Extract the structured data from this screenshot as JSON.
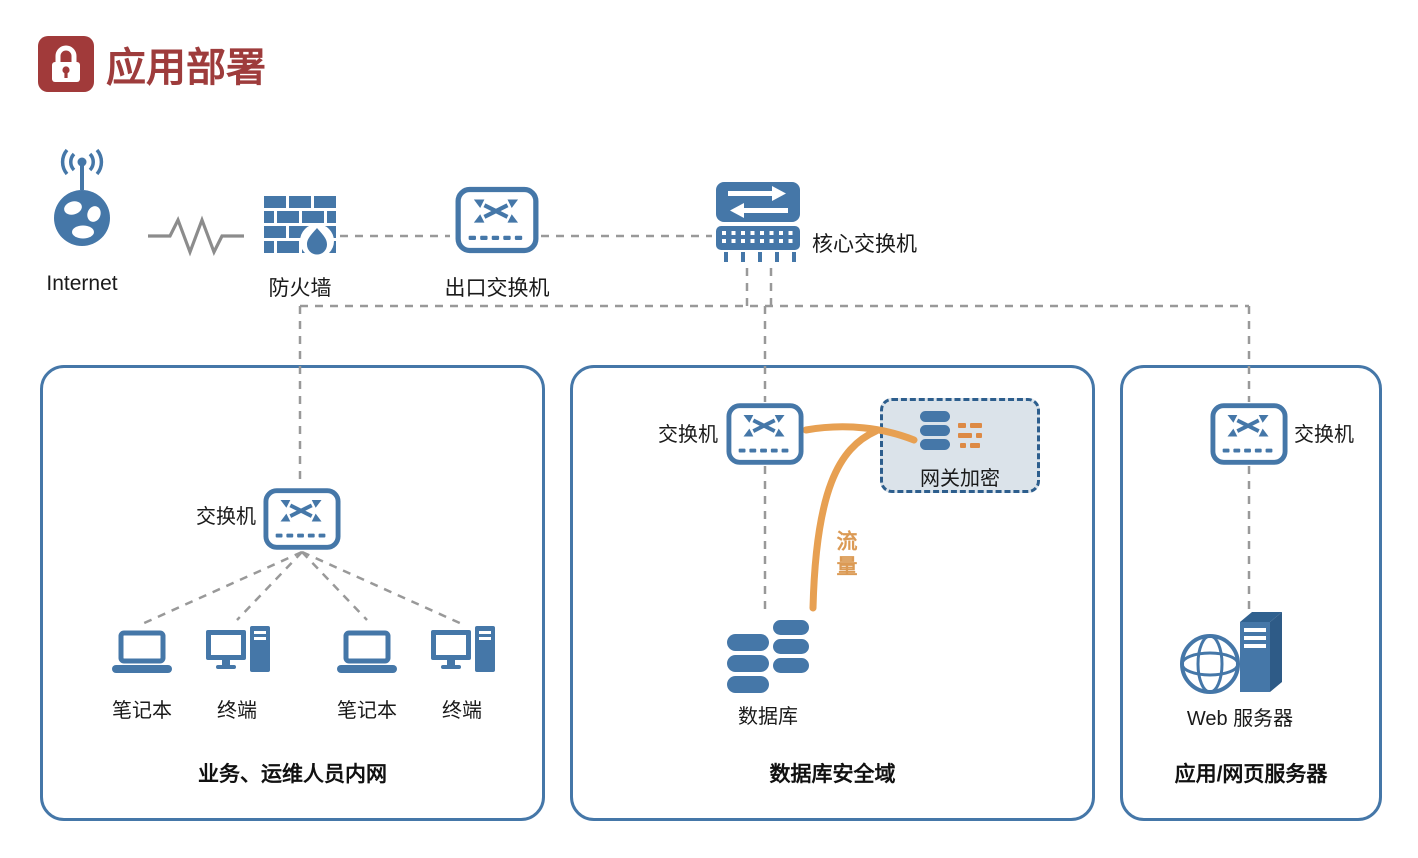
{
  "header": {
    "title": "应用部署"
  },
  "top_row": {
    "internet_label": "Internet",
    "firewall_label": "防火墙",
    "exit_switch_label": "出口交换机",
    "core_switch_label": "核心交换机"
  },
  "left_zone": {
    "switch_label": "交换机",
    "devices": [
      {
        "type": "laptop",
        "label": "笔记本"
      },
      {
        "type": "terminal",
        "label": "终端"
      },
      {
        "type": "laptop",
        "label": "笔记本"
      },
      {
        "type": "terminal",
        "label": "终端"
      }
    ],
    "caption": "业务、运维人员内网"
  },
  "middle_zone": {
    "switch_label": "交换机",
    "gateway_label": "网关加密",
    "traffic_label": "流量",
    "database_label": "数据库",
    "caption": "数据库安全域"
  },
  "right_zone": {
    "switch_label": "交换机",
    "server_label": "Web 服务器",
    "caption": "应用/网页服务器"
  },
  "colors": {
    "blue": "#4577a8",
    "dark_blue": "#2d5e8d",
    "red": "#9e3c3c",
    "orange": "#e7a052",
    "line_gray": "#999999"
  }
}
